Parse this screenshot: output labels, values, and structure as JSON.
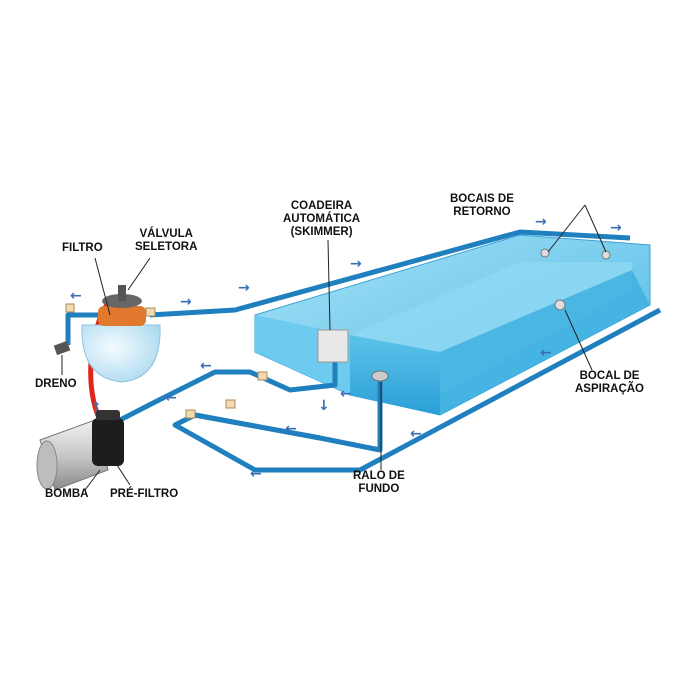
{
  "labels": {
    "filtro": "FILTRO",
    "valvula": [
      "VÁLVULA",
      "SELETORA"
    ],
    "coadeira": [
      "COADEIRA",
      "AUTOMÁTICA",
      "(SKIMMER)"
    ],
    "bocais": [
      "BOCAIS DE",
      "RETORNO"
    ],
    "dreno": "DRENO",
    "bocal_aspiracao": [
      "BOCAL DE",
      "ASPIRAÇÃO"
    ],
    "ralo": [
      "RALO DE",
      "FUNDO"
    ],
    "bomba": "BOMBA",
    "pre_filtro": "PRÉ-FILTRO"
  },
  "colors": {
    "pipe": "#1f7fbf",
    "water": "#7fd0ef",
    "hose": "#e0261b",
    "arrow": "#3a6fb5"
  }
}
